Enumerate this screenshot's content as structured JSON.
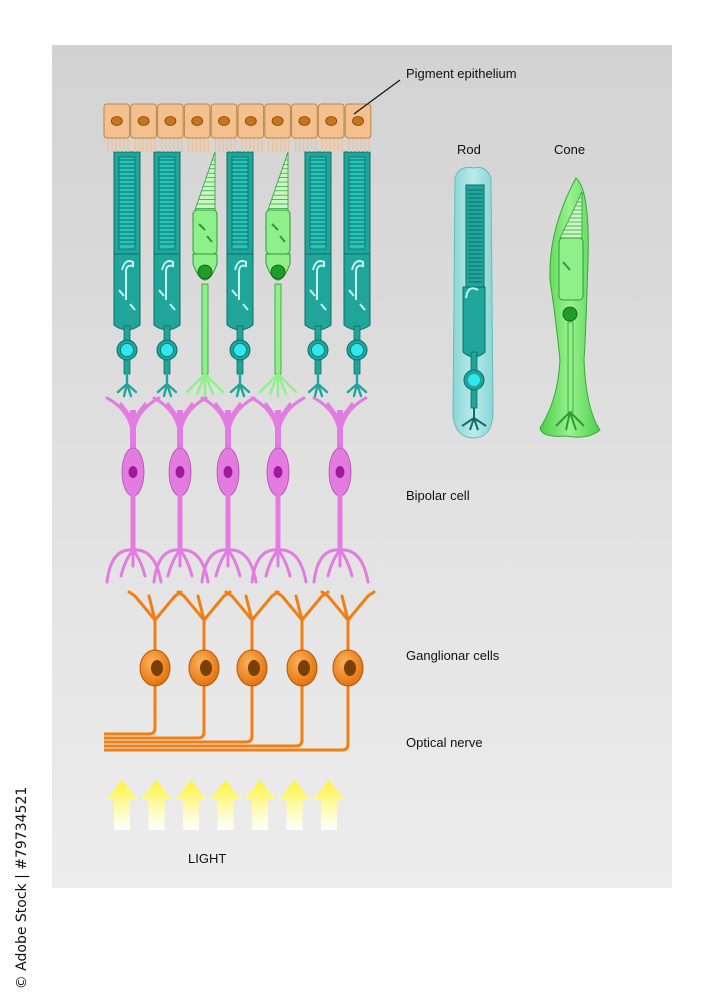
{
  "labels": {
    "pigment_epithelium": "Pigment epithelium",
    "rod": "Rod",
    "cone": "Cone",
    "bipolar_cell": "Bipolar cell",
    "ganglionar_cells": "Ganglionar cells",
    "optical_nerve": "Optical nerve",
    "light": "LIGHT"
  },
  "stock_mark": "© Adobe Stock | #79734521",
  "colors": {
    "pigment": "#f4c08e",
    "pigment_nucleus": "#c8741a",
    "rod": "#1fa59a",
    "rod_dark": "#0e6e68",
    "rod_nucleus": "#30e6f0",
    "cone": "#8ff08a",
    "cone_dark": "#2e9b35",
    "bipolar": "#e37ce0",
    "bipolar_nucleus": "#a0199a",
    "ganglion": "#f07f15",
    "ganglion_nucleus": "#7a3e07",
    "light_arrow": "#fff23a"
  }
}
